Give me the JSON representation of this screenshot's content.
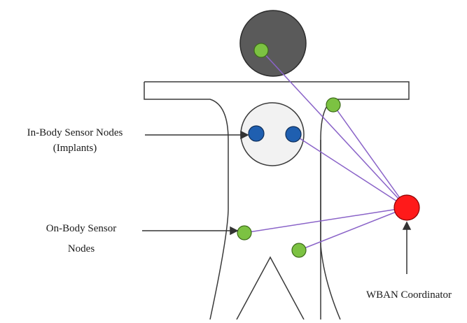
{
  "diagram": {
    "labels": {
      "in_body_line1": "In-Body Sensor Nodes",
      "in_body_line2": "(Implants)",
      "on_body_line1": "On-Body Sensor",
      "on_body_line2": "Nodes",
      "coordinator": "WBAN Coordinator"
    },
    "colors": {
      "outline": "#3a3a3a",
      "head_fill": "#5a5a5a",
      "chest_fill": "#f2f2f2",
      "on_body_node": "#7cc242",
      "in_body_node": "#1f5fb0",
      "coordinator_node": "#ff1a1a",
      "link": "#8a63c8",
      "arrow": "#333333"
    }
  }
}
